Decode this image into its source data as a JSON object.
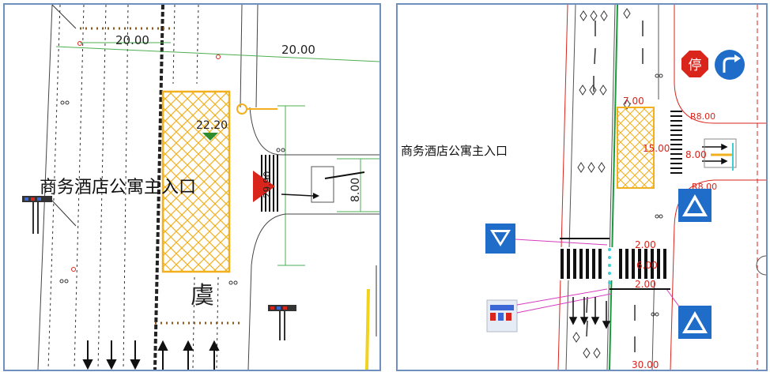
{
  "left_panel": {
    "dim_top_left": "20.00",
    "dim_top_right": "20.00",
    "elevation": "22.20",
    "hotel_label": "商务酒店公寓主入口",
    "lane_width": "8.00",
    "stop_sign_text": "29.90",
    "surname_char": "虞"
  },
  "right_panel": {
    "hotel_label": "商务酒店公寓主入口",
    "dim_7": "7.00",
    "dim_15": "15.00",
    "dim_8": "8.00",
    "radius_top": "R8.00",
    "radius_bottom": "R8.00",
    "crosswalk_top": "2.00",
    "crosswalk_mid": "6.00",
    "crosswalk_bottom": "2.00",
    "dim_30": "30.00",
    "stop_sign_glyph": "停",
    "colors": {
      "red": "#d9251c",
      "blue": "#1f6cc9",
      "hatch": "#f2b01e",
      "green": "#1a9a3a"
    }
  }
}
